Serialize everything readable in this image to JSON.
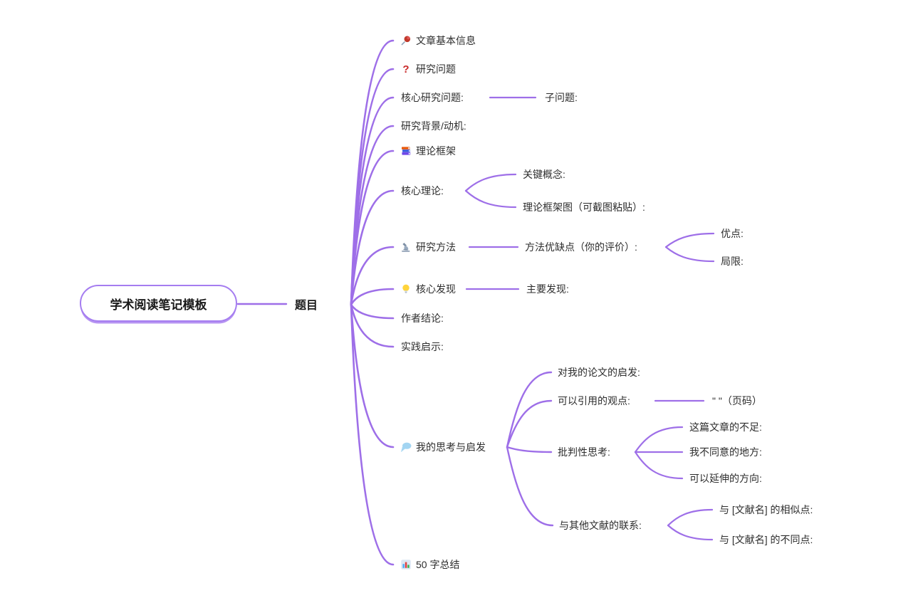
{
  "colors": {
    "branch": "#9E6FE8",
    "root_border": "#A57DF0",
    "text": "#2D2D2D"
  },
  "root": {
    "label": "学术阅读笔记模板"
  },
  "center_topic": {
    "label": "题目"
  },
  "branches": [
    {
      "icon": "pushpin-icon",
      "label": "文章基本信息"
    },
    {
      "icon": "question-mark-icon",
      "label": "研究问题"
    },
    {
      "label": "核心研究问题:",
      "children": [
        {
          "label": "子问题:"
        }
      ]
    },
    {
      "label": "研究背景/动机:"
    },
    {
      "icon": "books-icon",
      "label": "理论框架"
    },
    {
      "label": "核心理论:",
      "children": [
        {
          "label": "关键概念:"
        },
        {
          "label": "理论框架图（可截图粘贴）:"
        }
      ]
    },
    {
      "icon": "microscope-icon",
      "label": "研究方法",
      "children": [
        {
          "label": "方法优缺点（你的评价）:",
          "children": [
            {
              "label": "优点:"
            },
            {
              "label": "局限:"
            }
          ]
        }
      ]
    },
    {
      "icon": "bulb-icon",
      "label": "核心发现",
      "children": [
        {
          "label": "主要发现:"
        }
      ]
    },
    {
      "label": "作者结论:"
    },
    {
      "label": "实践启示:"
    },
    {
      "icon": "thought-balloon-icon",
      "label": "我的思考与启发",
      "children": [
        {
          "label": "对我的论文的启发:"
        },
        {
          "label": "可以引用的观点:",
          "children": [
            {
              "label": "\" \"（页码）"
            }
          ]
        },
        {
          "label": "批判性思考:",
          "children": [
            {
              "label": "这篇文章的不足:"
            },
            {
              "label": "我不同意的地方:"
            },
            {
              "label": "可以延伸的方向:"
            }
          ]
        },
        {
          "label": "与其他文献的联系:",
          "children": [
            {
              "label": "与 [文献名] 的相似点:"
            },
            {
              "label": "与 [文献名] 的不同点:"
            }
          ]
        }
      ]
    },
    {
      "icon": "bar-chart-icon",
      "label": "50 字总结"
    }
  ]
}
